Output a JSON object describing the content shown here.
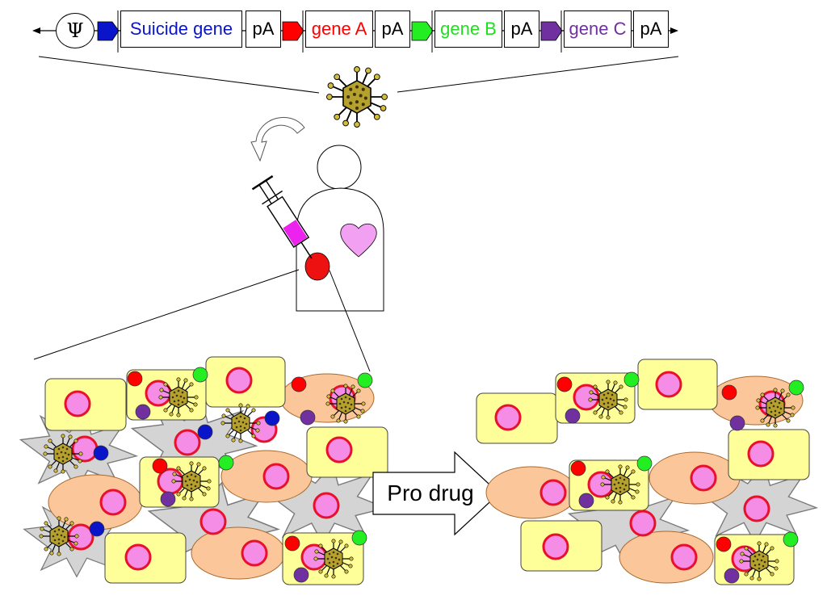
{
  "construct": {
    "psi_symbol": "Ψ",
    "suicide_gene_label": "Suicide gene",
    "gene_a_label": "gene A",
    "gene_b_label": "gene B",
    "gene_c_label": "gene C",
    "polya_label": "pA"
  },
  "arrow_label": "Pro drug",
  "colors": {
    "suicide": "#0a14c8",
    "gene_a": "#ff0000",
    "gene_b": "#22ee22",
    "gene_c": "#7030a0",
    "cell_yellow": "#ffff99",
    "cell_orange": "#fbc79a",
    "nucleus": "#f58ce6",
    "nucleus_ring": "#e8102a",
    "dead_cell": "#d4d4d4",
    "heart": "#f2a0f2",
    "syringe": "#ee22ee",
    "injection_site": "#ee1111",
    "virus": "#b6a12e"
  },
  "icons": [
    "psi-packaging-signal-icon",
    "adenovirus-icon",
    "syringe-icon",
    "heart-icon",
    "curved-arrow-icon",
    "person-icon"
  ]
}
